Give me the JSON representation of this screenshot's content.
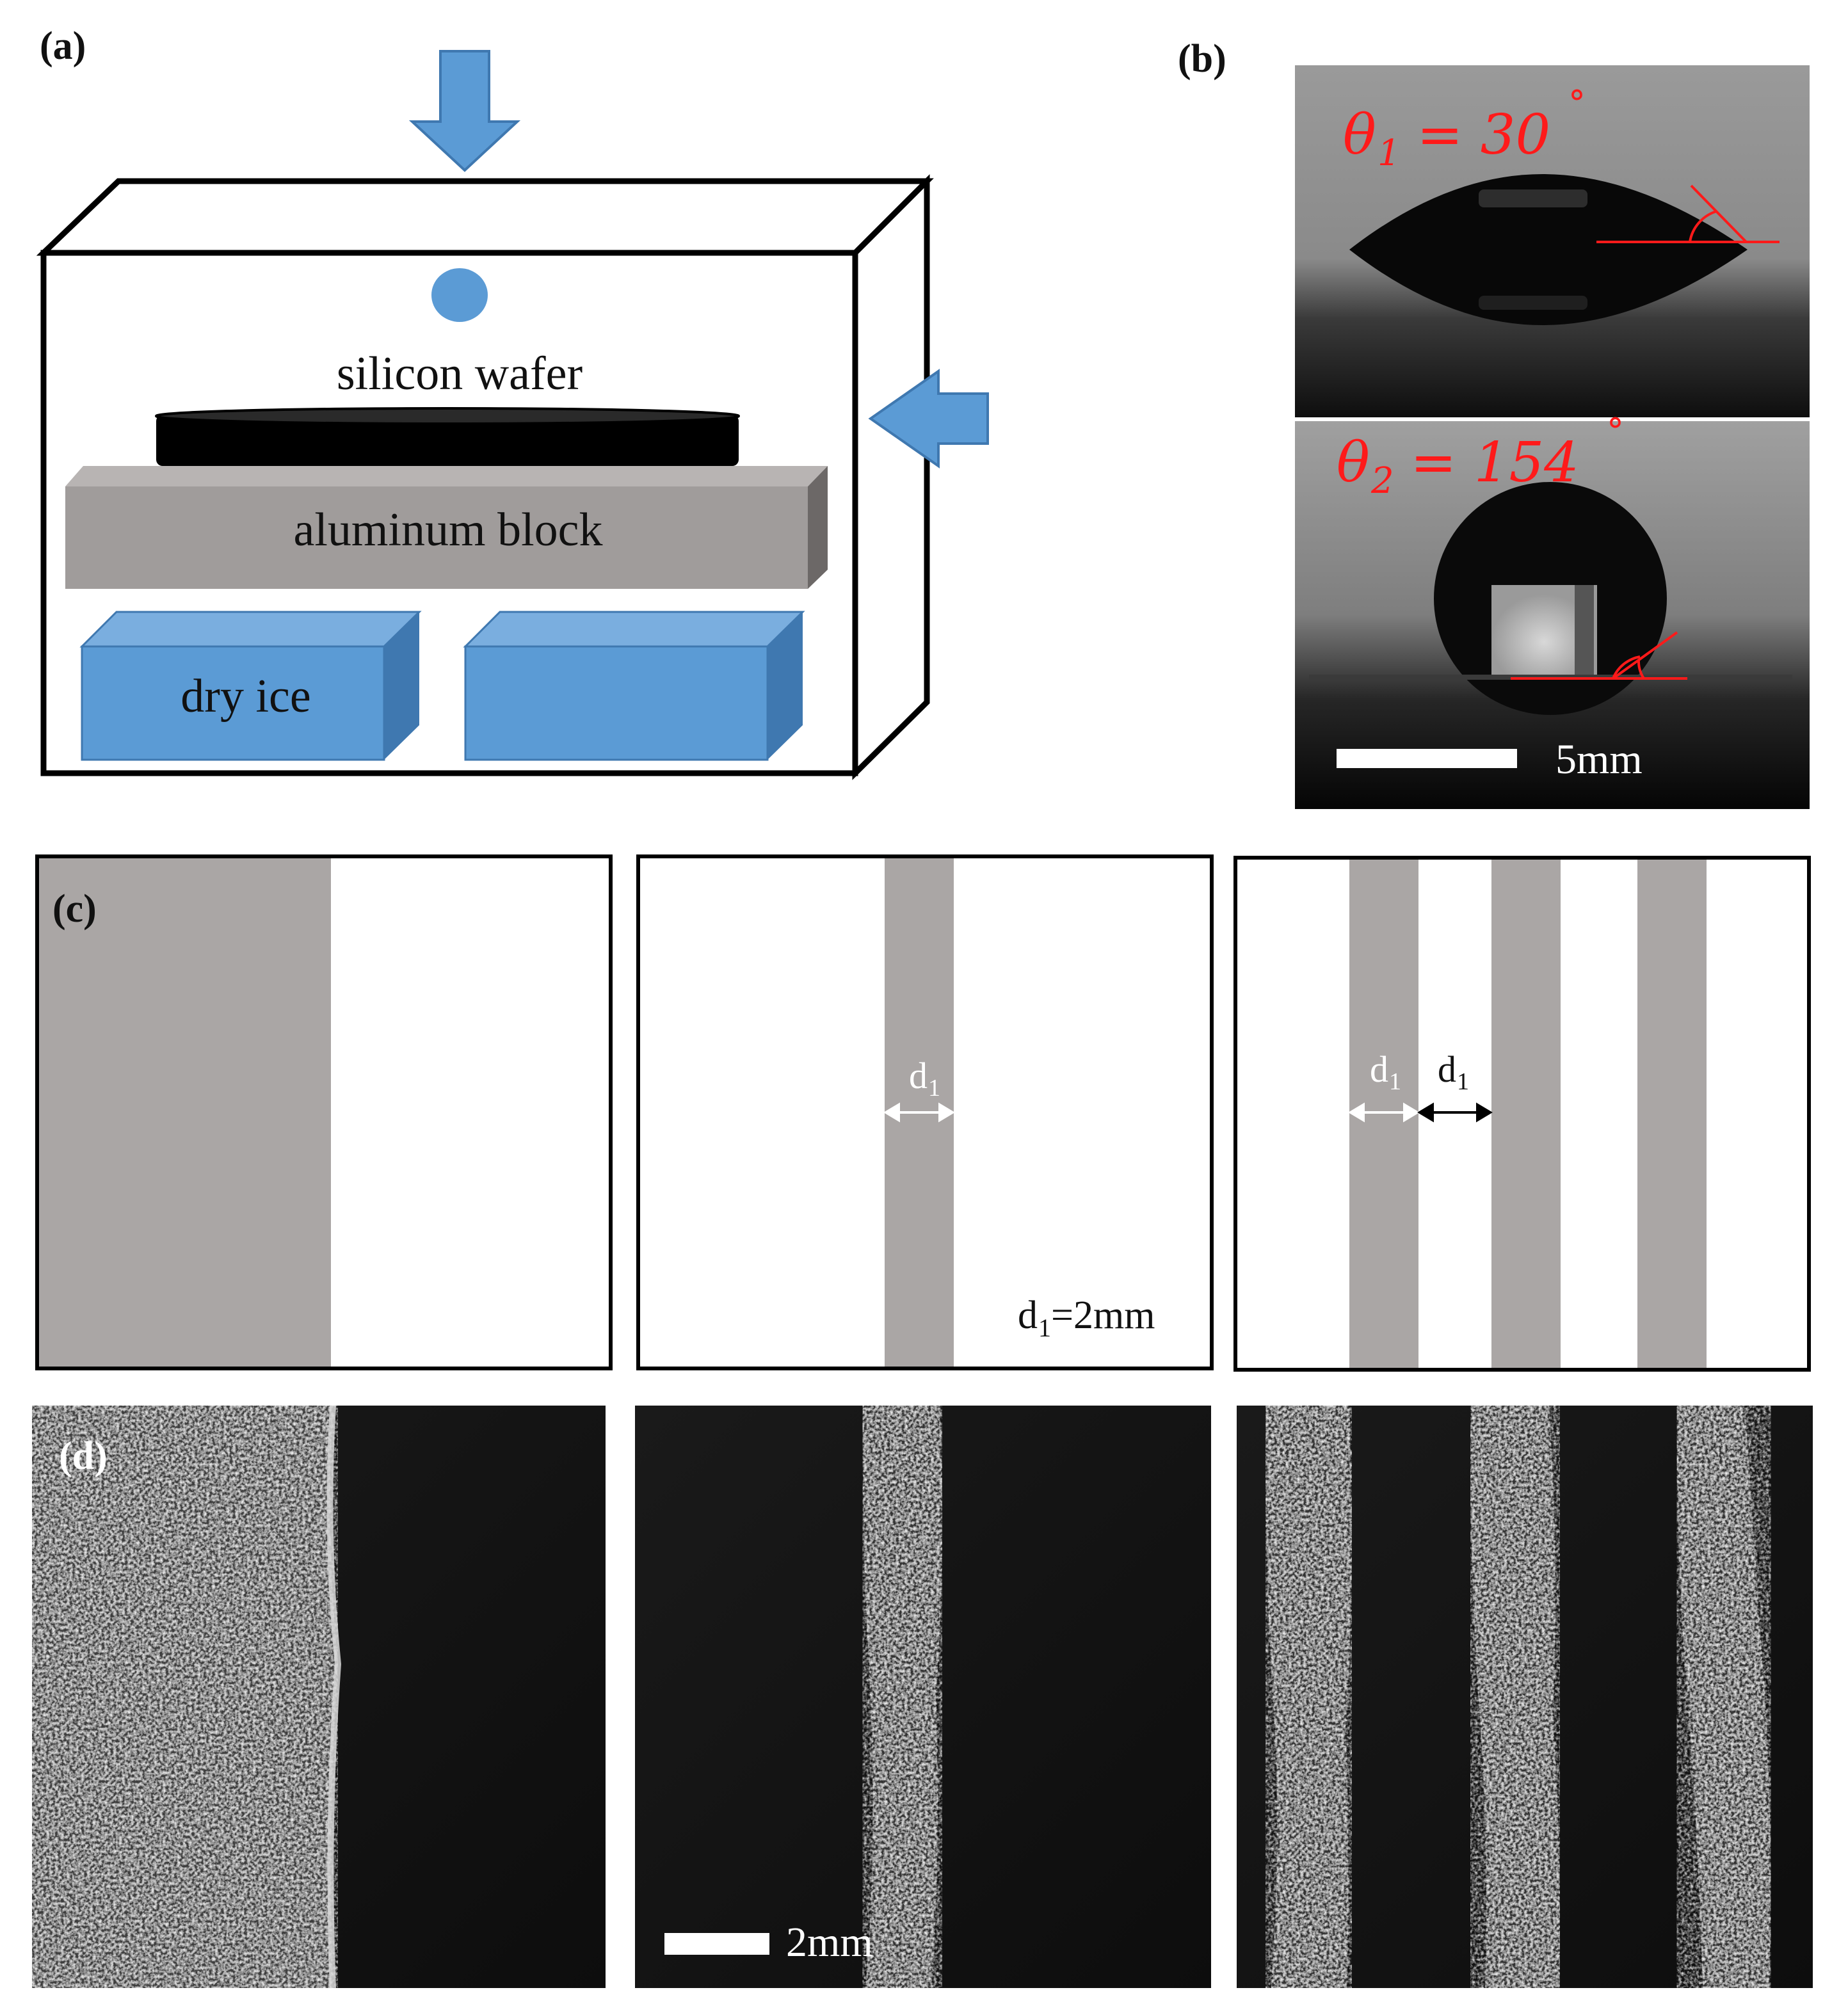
{
  "panels": {
    "a": {
      "label": "(a)",
      "wafer_label": "silicon wafer",
      "block_label": "aluminum block",
      "ice_label": "dry ice"
    },
    "b": {
      "label": "(b)",
      "theta1": {
        "symbol": "θ",
        "sub": "1",
        "rhs": " = 30",
        "deg": "°"
      },
      "theta2": {
        "symbol": "θ",
        "sub": "2",
        "rhs": " = 154",
        "deg": "°"
      },
      "scale_label": "5mm"
    },
    "c": {
      "label": "(c)",
      "d_symbol": "d",
      "d_sub": "1",
      "spacing_note_pre": "d",
      "spacing_note_sub": "1",
      "spacing_note_post": "=2mm"
    },
    "d": {
      "label": "(d)",
      "scale_label": "2mm"
    }
  },
  "colors": {
    "ice_blue": "#5b9bd5",
    "ice_top": "#7aaedf",
    "ice_side": "#3f78b0",
    "block_gray": "#a09c9b",
    "block_top": "#b8b4b3",
    "block_side": "#6c6867",
    "stripe_gray": "#aaa6a5",
    "angle_red": "#ff1a1a"
  }
}
